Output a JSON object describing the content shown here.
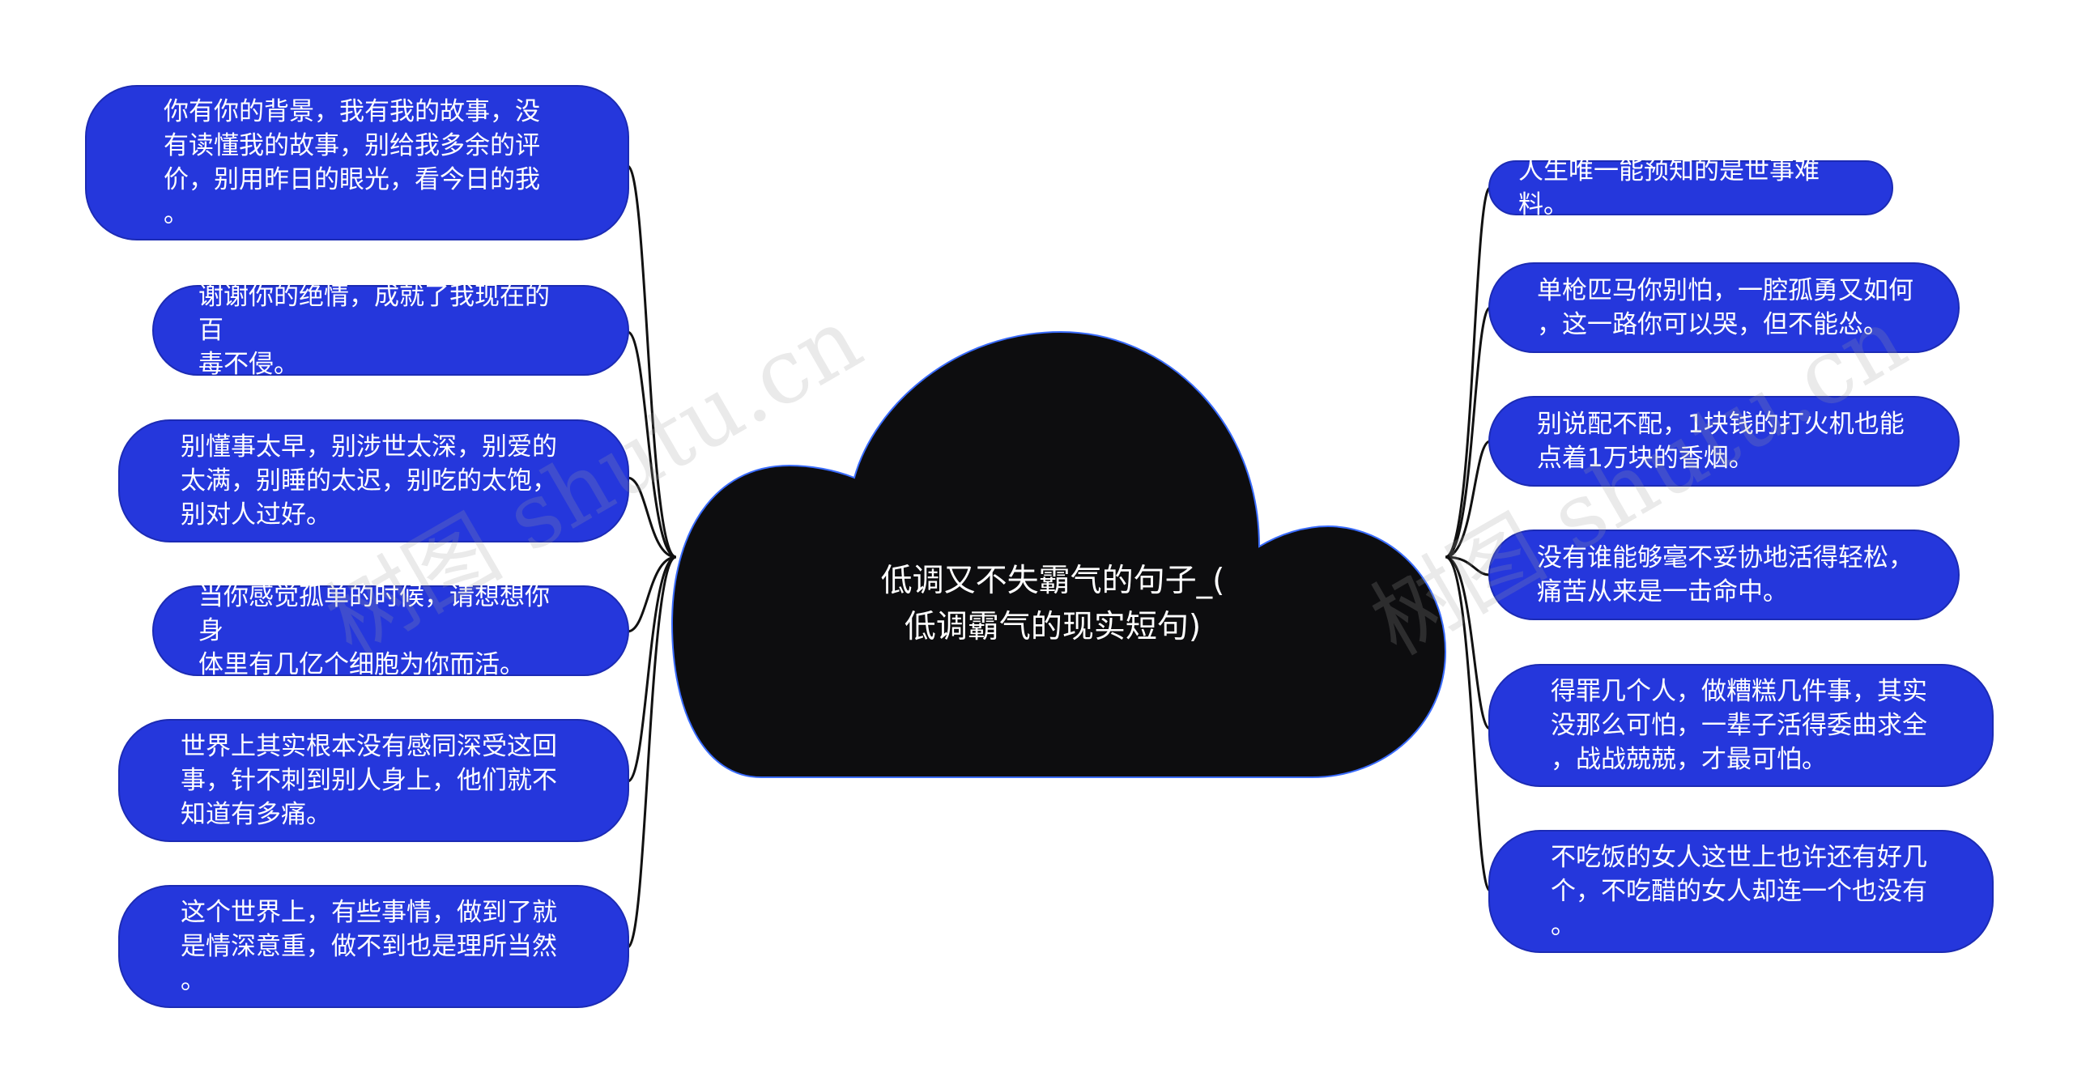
{
  "center": {
    "title": "低调又不失霸气的句子_(\n低调霸气的现实短句)"
  },
  "left_nodes": [
    {
      "text": "你有你的背景，我有我的故事，没\n有读懂我的故事，别给我多余的评\n价，别用昨日的眼光，看今日的我\n。"
    },
    {
      "text": "谢谢你的绝情，成就了我现在的百\n毒不侵。"
    },
    {
      "text": "别懂事太早，别涉世太深，别爱的\n太满，别睡的太迟，别吃的太饱，\n别对人过好。"
    },
    {
      "text": "当你感觉孤单的时候，请想想你身\n体里有几亿个细胞为你而活。"
    },
    {
      "text": "世界上其实根本没有感同深受这回\n事，针不刺到别人身上，他们就不\n知道有多痛。"
    },
    {
      "text": "这个世界上，有些事情，做到了就\n是情深意重，做不到也是理所当然\n。"
    }
  ],
  "right_nodes": [
    {
      "text": "人生唯一能预知的是世事难料。"
    },
    {
      "text": "单枪匹马你别怕，一腔孤勇又如何\n，这一路你可以哭，但不能怂。"
    },
    {
      "text": "别说配不配，1块钱的打火机也能\n点着1万块的香烟。"
    },
    {
      "text": "没有谁能够毫不妥协地活得轻松，\n痛苦从来是一击命中。"
    },
    {
      "text": "得罪几个人，做糟糕几件事，其实\n没那么可怕，一辈子活得委曲求全\n，战战兢兢，才最可怕。"
    },
    {
      "text": "不吃饭的女人这世上也许还有好几\n个，不吃醋的女人却连一个也没有\n。"
    }
  ],
  "watermarks": [
    "树图 shutu.cn",
    "树图 shutu.cn"
  ],
  "colors": {
    "node": "#2537dc",
    "cloud": "#0d0d0f",
    "cloud_border": "#3a6cff",
    "connector": "#111111"
  }
}
